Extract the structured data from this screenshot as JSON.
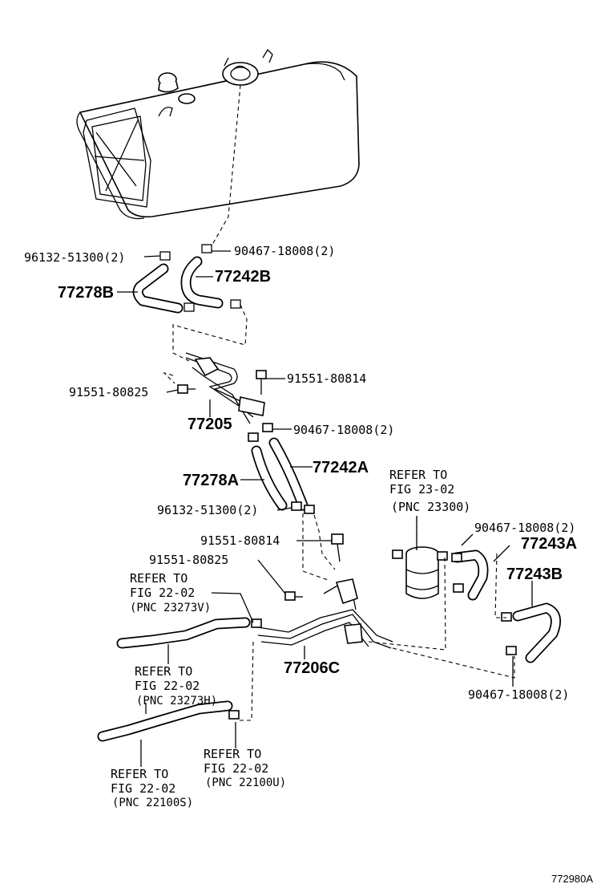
{
  "labels": {
    "p96132_top": "96132-51300(2)",
    "p90467_top": "90467-18008(2)",
    "p77278B": "77278B",
    "p77242B": "77242B",
    "p91551_80814_a": "91551-80814",
    "p91551_80825_a": "91551-80825",
    "p77205": "77205",
    "p90467_mid": "90467-18008(2)",
    "p77242A": "77242A",
    "p77278A": "77278A",
    "p96132_mid": "96132-51300(2)",
    "p91551_80814_b": "91551-80814",
    "p91551_80825_b": "91551-80825",
    "p90467_right": "90467-18008(2)",
    "p77243A": "77243A",
    "p77243B": "77243B",
    "p77206C": "77206C",
    "p90467_bottom": "90467-18008(2)"
  },
  "refs": {
    "fig23": {
      "l1": "REFER TO",
      "l2": "FIG 23-02",
      "l3": "(PNC 23300)"
    },
    "fig22_v": {
      "l1": "REFER TO",
      "l2": "FIG 22-02",
      "l3": "(PNC 23273V)"
    },
    "fig22_h": {
      "l1": "REFER TO",
      "l2": "FIG 22-02",
      "l3": "(PNC 23273H)"
    },
    "fig22_u": {
      "l1": "REFER TO",
      "l2": "FIG 22-02",
      "l3": "(PNC 22100U)"
    },
    "fig22_s": {
      "l1": "REFER TO",
      "l2": "FIG 22-02",
      "l3": "(PNC 22100S)"
    }
  },
  "diagram_id": "772980A"
}
